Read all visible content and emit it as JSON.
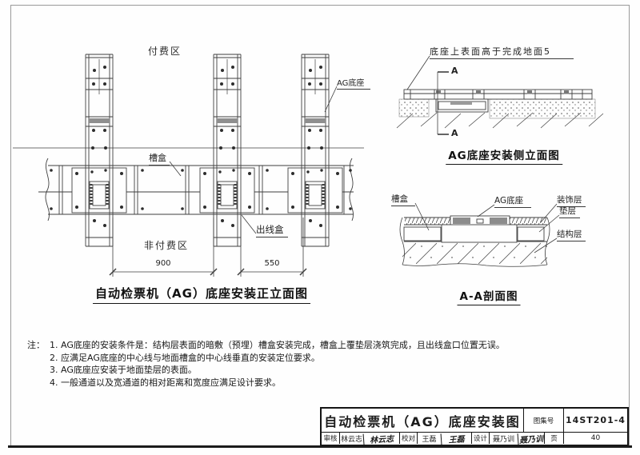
{
  "sheet": {
    "line_color": "#3f3f3f",
    "background": "#fefefe"
  },
  "front_elevation": {
    "title": "自动检票机（AG）底座安装正立面图",
    "labels": {
      "paid_area": "付费区",
      "unpaid_area": "非付费区",
      "ag_base": "AG底座",
      "trough_box": "槽盒",
      "outlet_box": "出线盒"
    },
    "dimensions": {
      "d1": "900",
      "d2": "550"
    }
  },
  "side_elevation": {
    "title": "AG底座安装侧立面图",
    "callout": "底座上表面高于完成地面5",
    "section_marker": "A"
  },
  "section_view": {
    "title": "A-A剖面图",
    "labels": {
      "trough_box": "槽盒",
      "ag_base": "AG底座",
      "decorative_layer": "装饰层",
      "cushion_layer": "垫层",
      "structural_layer": "结构层"
    }
  },
  "notes": {
    "prefix": "注：",
    "items": [
      "1. AG底座的安装条件是：结构层表面的暗敷（预埋）槽盒安装完成，槽盒上覆垫层浇筑完成，且出线盒口位置无误。",
      "2. 应满足AG底座的中心线与地面槽盒的中心线垂直的安装定位要求。",
      "3. AG底座应安装于地面垫层的表面。",
      "4. 一般通道以及宽通道的相对距离和宽度应满足设计要求。"
    ]
  },
  "title_block": {
    "drawing_title": "自动检票机（AG）底座安装图",
    "atlas_no_label": "图集号",
    "atlas_no": "14ST201-4",
    "page_label": "页",
    "page": "40",
    "reviewer_label": "审核",
    "reviewer": "林云志",
    "reviewer_sig": "林云志",
    "checker_label": "校对",
    "checker": "王磊",
    "checker_sig": "王磊",
    "designer_label": "设计",
    "designer": "聂乃训",
    "designer_sig": "聂乃训"
  }
}
